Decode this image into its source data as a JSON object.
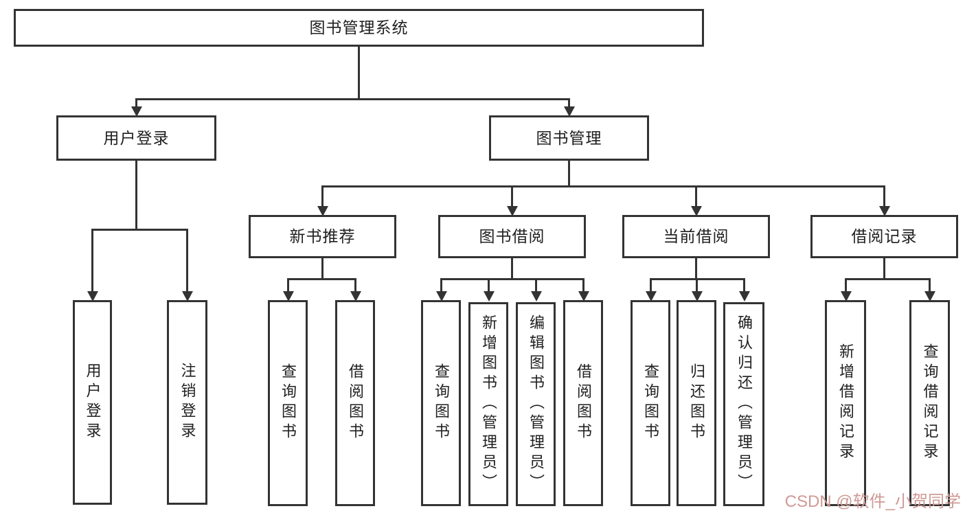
{
  "nodes": {
    "root": "图书管理系统",
    "user_login": "用户登录",
    "book_mgmt": "图书管理",
    "new_book_rec": "新书推荐",
    "book_borrow": "图书借阅",
    "current_borrow": "当前借阅",
    "borrow_records": "借阅记录",
    "leaf_user_login": "用户登录",
    "leaf_logout": "注销登录",
    "leaf_nb_query": "查询图书",
    "leaf_nb_borrow": "借阅图书",
    "leaf_bb_query": "查询图书",
    "leaf_bb_add": "新增图书（管理员）",
    "leaf_bb_edit": "编辑图书（管理员）",
    "leaf_bb_borrow": "借阅图书",
    "leaf_cb_query": "查询图书",
    "leaf_cb_return": "归还图书",
    "leaf_cb_confirm": "确认归还（管理员）",
    "leaf_br_add": "新增借阅记录",
    "leaf_br_query": "查询借阅记录"
  },
  "watermark": {
    "text": "CSDN @软件_小贺同学",
    "color": "#cf9a96"
  },
  "colors": {
    "line": "#333333",
    "box_border": "#333333",
    "background": "#ffffff"
  }
}
